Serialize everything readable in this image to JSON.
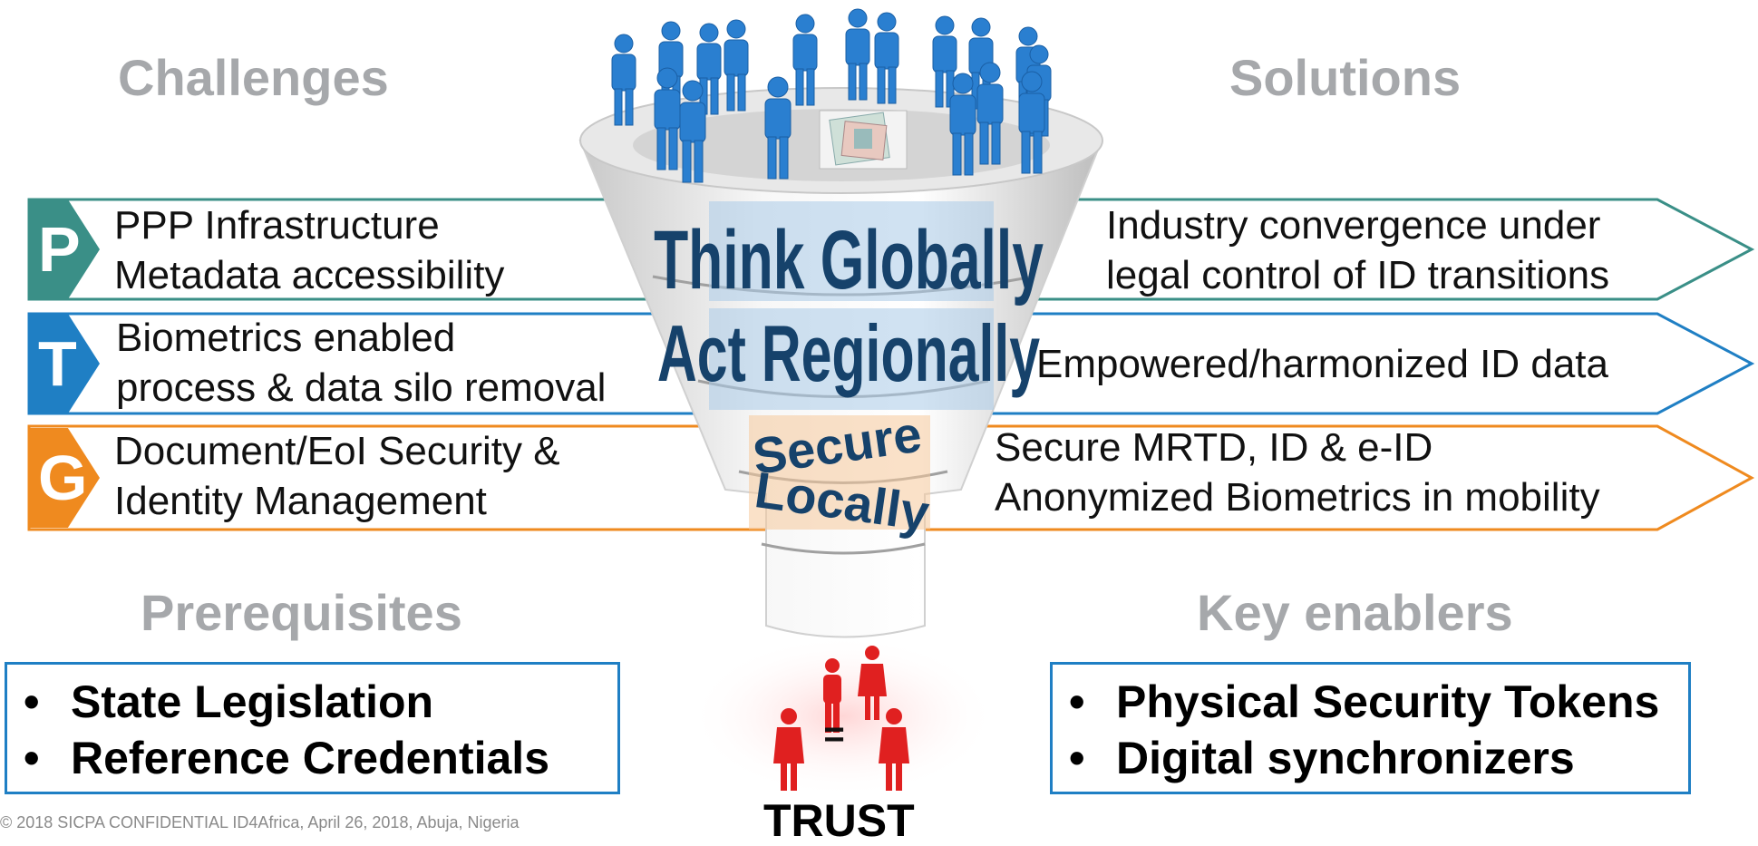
{
  "headings": {
    "challenges": "Challenges",
    "solutions": "Solutions",
    "prerequisites": "Prerequisites",
    "key_enablers": "Key enablers"
  },
  "bands": [
    {
      "letter": "P",
      "color": "#3a8f87",
      "challenge": [
        "PPP Infrastructure",
        "Metadata accessibility"
      ],
      "solution": [
        "Industry convergence under",
        "legal control of ID transitions"
      ]
    },
    {
      "letter": "T",
      "color": "#1f7fc4",
      "challenge": [
        "Biometrics enabled",
        "process & data silo removal"
      ],
      "solution": [
        "Empowered/harmonized ID data"
      ]
    },
    {
      "letter": "G",
      "color": "#ef8a1f",
      "challenge": [
        "Document/EoI Security &",
        "Identity Management"
      ],
      "solution": [
        "Secure MRTD, ID & e-ID",
        "Anonymized Biometrics in mobility"
      ]
    }
  ],
  "funnel_labels": {
    "think": "Think Globally",
    "act": "Act Regionally",
    "secure": "Secure",
    "locally": "Locally"
  },
  "prerequisites": [
    "State Legislation",
    "Reference Credentials"
  ],
  "key_enablers": [
    "Physical Security Tokens",
    "Digital synchronizers"
  ],
  "bullet": "•",
  "equals": "=",
  "trust": "TRUST",
  "footer": "© 2018 SICPA CONFIDENTIAL ID4Africa, April 26, 2018, Abuja, Nigeria",
  "icons": {
    "people": "person-figures",
    "document": "passport-icon",
    "red_people": "red-person-figures"
  }
}
